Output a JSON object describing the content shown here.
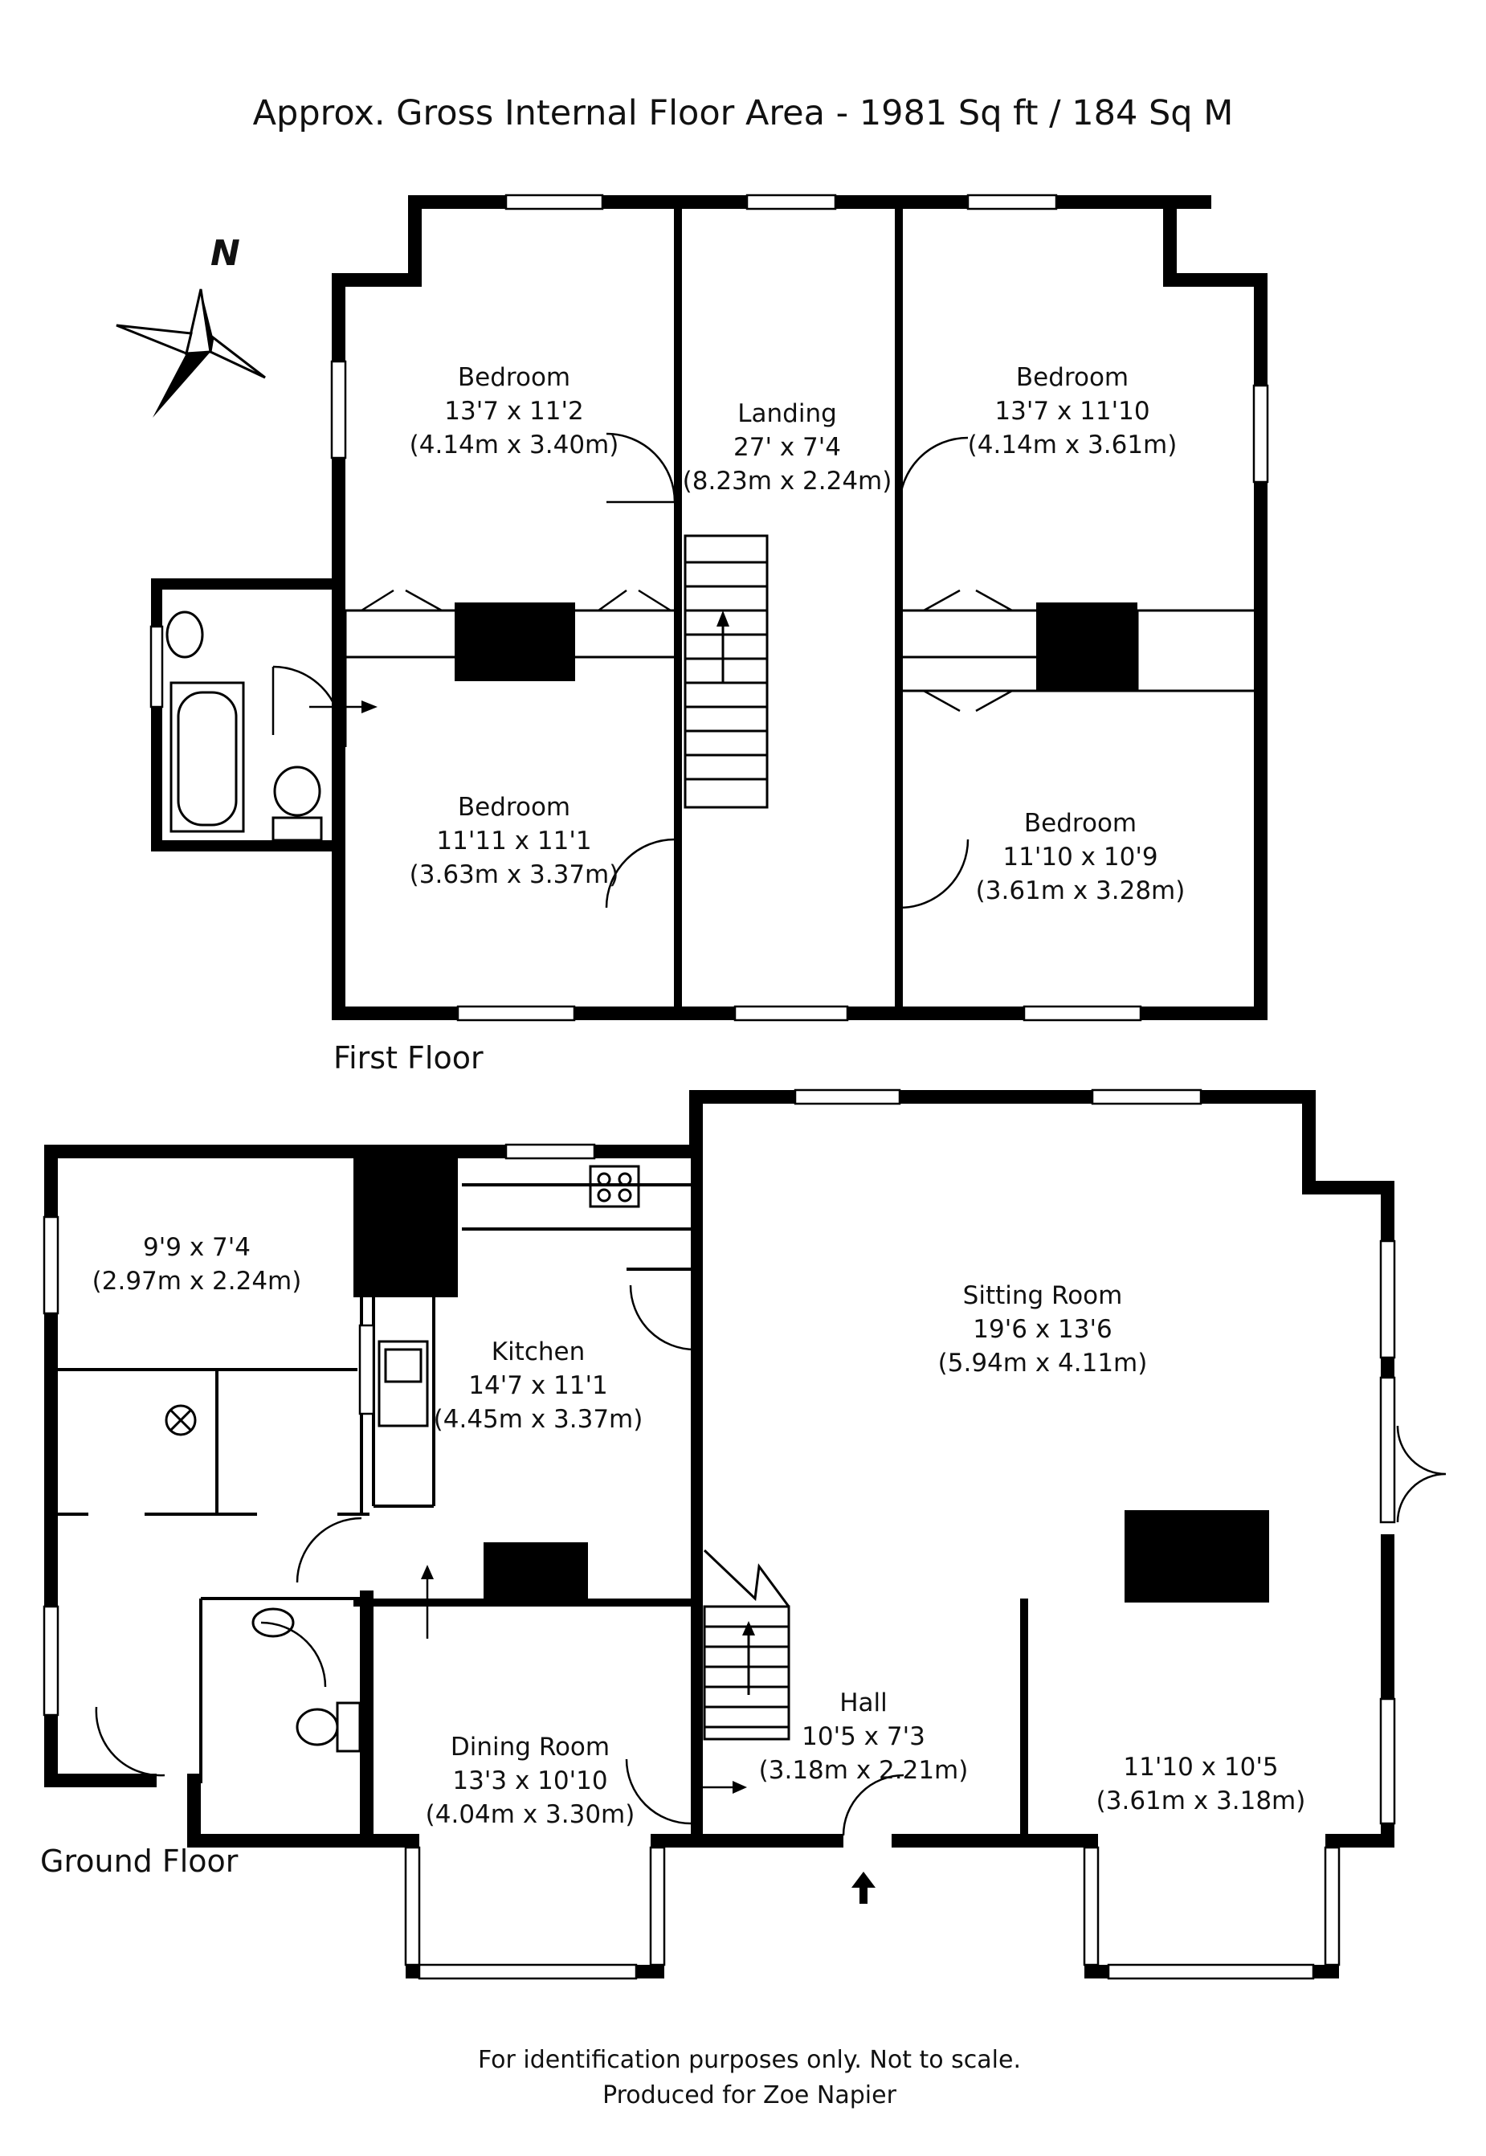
{
  "title": "Approx. Gross Internal Floor Area - 1981 Sq ft / 184 Sq M",
  "compass": {
    "label": "N",
    "icon": "north-arrow-compass-icon"
  },
  "first_floor": {
    "label": "First Floor",
    "rooms": {
      "bedroom_nw": {
        "name": "Bedroom",
        "imperial": "13'7 x 11'2",
        "metric": "(4.14m x 3.40m)"
      },
      "landing": {
        "name": "Landing",
        "imperial": "27' x 7'4",
        "metric": "(8.23m x 2.24m)"
      },
      "bedroom_ne": {
        "name": "Bedroom",
        "imperial": "13'7 x 11'10",
        "metric": "(4.14m x 3.61m)"
      },
      "bedroom_sw": {
        "name": "Bedroom",
        "imperial": "11'11 x 11'1",
        "metric": "(3.63m x 3.37m)"
      },
      "bedroom_se": {
        "name": "Bedroom",
        "imperial": "11'10 x 10'9",
        "metric": "(3.61m x 3.28m)"
      }
    }
  },
  "ground_floor": {
    "label": "Ground Floor",
    "rooms": {
      "utility": {
        "name": "",
        "imperial": "9'9 x 7'4",
        "metric": "(2.97m x 2.24m)"
      },
      "kitchen": {
        "name": "Kitchen",
        "imperial": "14'7 x 11'1",
        "metric": "(4.45m x 3.37m)"
      },
      "sitting": {
        "name": "Sitting Room",
        "imperial": "19'6 x 13'6",
        "metric": "(5.94m x 4.11m)"
      },
      "hall": {
        "name": "Hall",
        "imperial": "10'5 x 7'3",
        "metric": "(3.18m x 2.21m)"
      },
      "dining": {
        "name": "Dining Room",
        "imperial": "13'3 x 10'10",
        "metric": "(4.04m x 3.30m)"
      },
      "sitting_south": {
        "name": "",
        "imperial": "11'10 x 10'5",
        "metric": "(3.61m x 3.18m)"
      }
    }
  },
  "footer": {
    "line1": "For identification purposes only. Not to scale.",
    "line2": "Produced for Zoe Napier"
  }
}
